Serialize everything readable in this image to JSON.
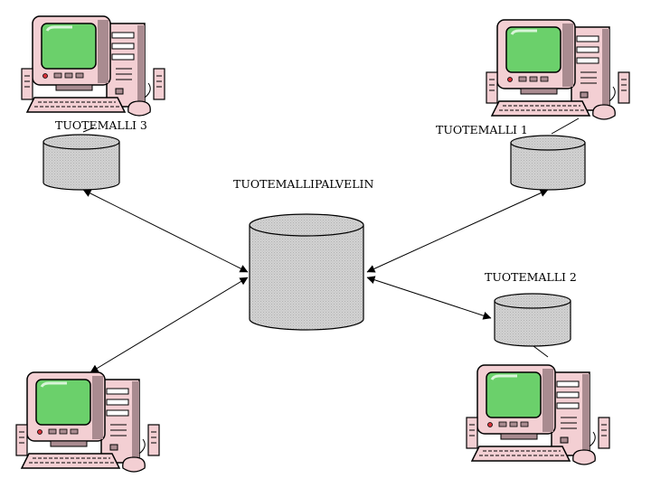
{
  "nodes": {
    "server": {
      "label": "TUOTEMALLIPALVELIN"
    },
    "model1": {
      "label": "TUOTEMALLI 1"
    },
    "model2": {
      "label": "TUOTEMALLI 2"
    },
    "model3": {
      "label": "TUOTEMALLI 3"
    }
  },
  "icons": [
    "computer-icon",
    "database-cylinder-icon"
  ],
  "colors": {
    "cylinder_fill": "#d2d2d2",
    "cylinder_hatch": "#b4b4b4",
    "screen": "#6bd06b",
    "computer_body": "#f3cfd3",
    "computer_shade": "#a98b90",
    "outline": "#000000",
    "connector": "#000000"
  }
}
